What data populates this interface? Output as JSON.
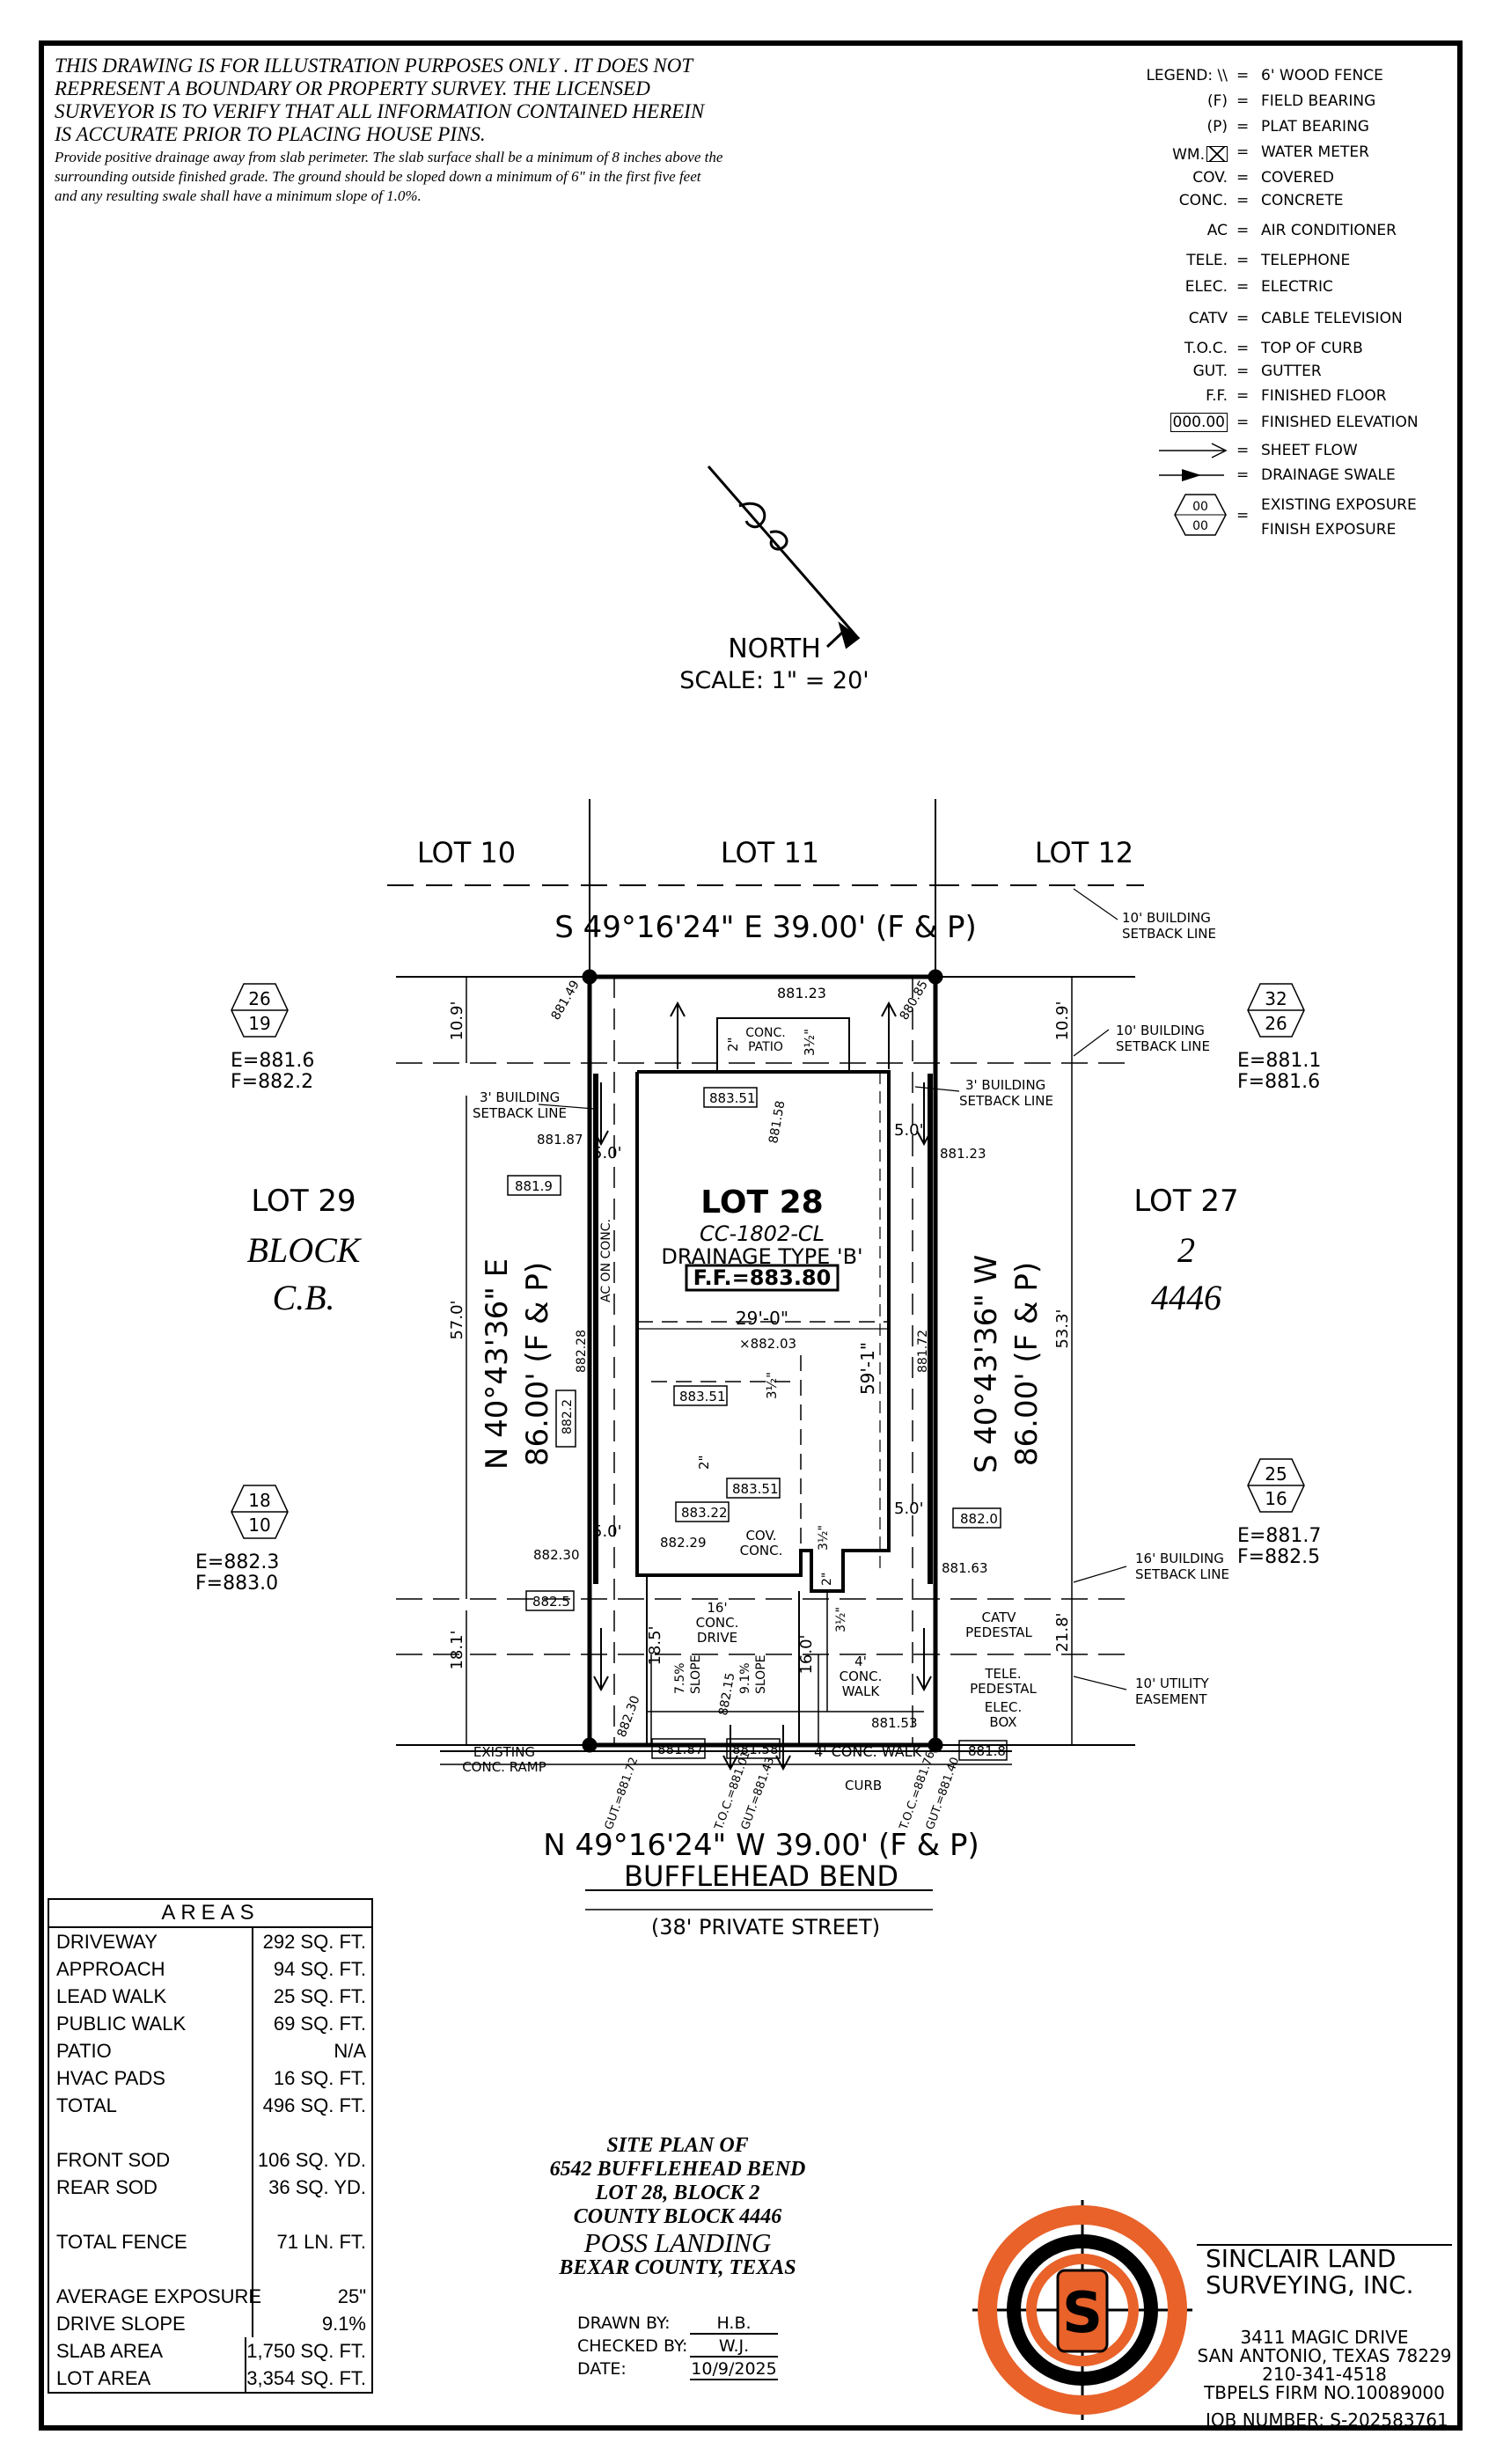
{
  "disclaimer": {
    "upper": "THIS DRAWING IS FOR ILLUSTRATION PURPOSES ONLY . IT DOES NOT REPRESENT A BOUNDARY OR PROPERTY SURVEY. THE LICENSED SURVEYOR IS TO VERIFY THAT ALL INFORMATION CONTAINED HEREIN IS ACCURATE PRIOR TO PLACING HOUSE PINS.",
    "lower": "Provide positive drainage away from slab perimeter. The slab surface shall be a minimum of 8 inches above the surrounding outside finished grade. The ground should be sloped down a minimum of 6\" in the first five feet and any resulting swale shall have a minimum slope of 1.0%."
  },
  "legend": {
    "title": "LEGEND:",
    "items": [
      {
        "symbol": "\\\\",
        "text": "6' WOOD FENCE"
      },
      {
        "symbol": "(F)",
        "text": "FIELD BEARING"
      },
      {
        "symbol": "(P)",
        "text": "PLAT BEARING"
      },
      {
        "symbol": "WM.",
        "text": "WATER METER"
      },
      {
        "symbol": "COV.",
        "text": "COVERED"
      },
      {
        "symbol": "CONC.",
        "text": "CONCRETE"
      },
      {
        "symbol": "AC",
        "text": "AIR CONDITIONER"
      },
      {
        "symbol": "TELE.",
        "text": "TELEPHONE"
      },
      {
        "symbol": "ELEC.",
        "text": "ELECTRIC"
      },
      {
        "symbol": "CATV",
        "text": "CABLE TELEVISION"
      },
      {
        "symbol": "T.O.C.",
        "text": "TOP OF CURB"
      },
      {
        "symbol": "GUT.",
        "text": "GUTTER"
      },
      {
        "symbol": "F.F.",
        "text": "FINISHED FLOOR"
      },
      {
        "symbol": "000.00",
        "text": "FINISHED ELEVATION"
      },
      {
        "symbol": "",
        "text": "SHEET FLOW"
      },
      {
        "symbol": "",
        "text": "DRAINAGE SWALE"
      },
      {
        "symbol": "00/00",
        "text": "EXISTING EXPOSURE"
      },
      {
        "symbol": "",
        "text": "FINISH EXPOSURE"
      }
    ]
  },
  "north": {
    "label": "NORTH",
    "scale": "SCALE: 1\" = 20'"
  },
  "plan": {
    "lot10": "LOT 10",
    "lot11": "LOT 11",
    "lot12": "LOT 12",
    "top_bearing": "S 49°16'24\" E 39.00' (F & P)",
    "bottom_bearing": "N 49°16'24\" W 39.00' (F & P)",
    "left_bearing_1": "N 40°43'36\" E",
    "left_bearing_2": "86.00' (F & P)",
    "right_bearing_1": "S 40°43'36\" W",
    "right_bearing_2": "86.00' (F & P)",
    "lot29": "LOT 29",
    "block_label": "BLOCK",
    "block_cb": "C.B.",
    "lot27": "LOT 27",
    "block_num": "2",
    "county_block": "4446",
    "lot_label": "LOT 28",
    "plan_code": "CC-1802-CL",
    "drainage": "DRAINAGE TYPE 'B'",
    "ff": "F.F.=883.80",
    "house_width": "29'-0\"",
    "house_depth": "59'-1\"",
    "street": "BUFFLEHEAD BEND",
    "street_note": "(38' PRIVATE STREET)",
    "setback_10_top": "10' BUILDING SETBACK LINE",
    "setback_10_right": "10' BUILDING SETBACK LINE",
    "setback_3_left": "3' BUILDING SETBACK LINE",
    "setback_3_right": "3' BUILDING SETBACK LINE",
    "setback_16": "16' BUILDING SETBACK LINE",
    "utility_easement": "10' UTILITY EASEMENT",
    "dims": {
      "d10_9_left": "10.9'",
      "d10_9_right": "10.9'",
      "d57_0": "57.0'",
      "d53_3": "53.3'",
      "d18_1": "18.1'",
      "d21_8": "21.8'",
      "d18_5": "18.5'",
      "d16_0": "16.0'",
      "d5_0_a": "5.0'",
      "d5_0_b": "5.0'",
      "d5_0_c": "5.0'",
      "d5_0_d": "5.0'"
    },
    "elevations": {
      "e881_49": "881.49",
      "e881_23_top": "881.23",
      "e880_85": "880.85",
      "e883_51_a": "883.51",
      "e881_58_v": "881.58",
      "e881_87_l": "881.87",
      "e881_23_r": "881.23",
      "e881_9": "881.9",
      "e882_28": "882.28",
      "e881_72": "881.72",
      "e882_03": "×882.03",
      "e883_51_b": "883.51",
      "e882_2": "882.2",
      "e883_51_c": "883.51",
      "e883_22": "883.22",
      "e882_29": "882.29",
      "e882_30": "882.30",
      "e882_0": "882.0",
      "e881_63": "881.63",
      "e882_5": "882.5",
      "e882_15": "882.15",
      "e881_53": "881.53",
      "e882_30b": "882.30",
      "e881_87_b": "881.87",
      "e881_58_b": "881.58",
      "e881_8": "881.8"
    },
    "notes": {
      "conc_patio_1": "CONC.",
      "conc_patio_2": "PATIO",
      "ac_on_conc": "AC ON CONC.",
      "cov_conc_1": "COV.",
      "cov_conc_2": "CONC.",
      "drive_1": "16'",
      "drive_2": "CONC.",
      "drive_3": "DRIVE",
      "walk_1": "4'",
      "walk_2": "CONC.",
      "walk_3": "WALK",
      "conc_walk": "4' CONC. WALK",
      "slope_1": "7.5%",
      "slope_1b": "SLOPE",
      "slope_2": "9.1%",
      "slope_2b": "SLOPE",
      "catv_1": "CATV",
      "catv_2": "PEDESTAL",
      "tele_1": "TELE.",
      "tele_2": "PEDESTAL",
      "elec_1": "ELEC.",
      "elec_2": "BOX",
      "ramp_1": "EXISTING",
      "ramp_2": "CONC. RAMP",
      "curb": "CURB",
      "gut_1": "GUT.=",
      "gut_1v": "881.72",
      "toc_1": "T.O.C.=",
      "toc_1v": "881.01",
      "gut_2": "GUT.=",
      "gut_2v": "881.43",
      "toc_2": "T.O.C.=",
      "toc_2v": "881.76",
      "gut_3": "GUT.=",
      "gut_3v": "881.40",
      "two_a": "2\"",
      "two_b": "2\"",
      "two_c": "2\"",
      "three_half_a": "3½\"",
      "three_half_b": "3½\"",
      "three_half_c": "3½\"",
      "three_half_d": "3½\""
    },
    "exposures": {
      "tl_top": "26",
      "tl_bot": "19",
      "tl_e": "E=881.6",
      "tl_f": "F=882.2",
      "tr_top": "32",
      "tr_bot": "26",
      "tr_e": "E=881.1",
      "tr_f": "F=881.6",
      "bl_top": "18",
      "bl_bot": "10",
      "bl_e": "E=882.3",
      "bl_f": "F=883.0",
      "br_top": "25",
      "br_bot": "16",
      "br_e": "E=881.7",
      "br_f": "F=882.5"
    }
  },
  "areas": {
    "title": "AREAS",
    "rows": [
      {
        "label": "DRIVEWAY",
        "value": "292 SQ. FT."
      },
      {
        "label": "APPROACH",
        "value": "94 SQ. FT."
      },
      {
        "label": "LEAD WALK",
        "value": "25 SQ. FT."
      },
      {
        "label": "PUBLIC WALK",
        "value": "69 SQ. FT."
      },
      {
        "label": "PATIO",
        "value": "N/A"
      },
      {
        "label": "HVAC PADS",
        "value": "16 SQ. FT."
      },
      {
        "label": "TOTAL",
        "value": "496 SQ. FT."
      },
      {
        "label": "",
        "value": ""
      },
      {
        "label": "FRONT SOD",
        "value": "106 SQ. YD."
      },
      {
        "label": "REAR SOD",
        "value": "36 SQ. YD."
      },
      {
        "label": "",
        "value": ""
      },
      {
        "label": "TOTAL FENCE",
        "value": "71 LN. FT."
      },
      {
        "label": "",
        "value": ""
      },
      {
        "label": "AVERAGE EXPOSURE",
        "value": "25\""
      },
      {
        "label": "DRIVE SLOPE",
        "value": "9.1%"
      },
      {
        "label": "SLAB AREA",
        "value": "1,750 SQ. FT."
      },
      {
        "label": "LOT AREA",
        "value": "3,354 SQ. FT."
      }
    ]
  },
  "title_block": {
    "l1": "SITE PLAN OF",
    "l2": "6542 BUFFLEHEAD BEND",
    "l3": "LOT 28, BLOCK 2",
    "l4": "COUNTY BLOCK 4446",
    "l5": "POSS LANDING",
    "l6": "BEXAR COUNTY, TEXAS"
  },
  "drawn": {
    "drawn_label": "DRAWN BY:",
    "drawn_value": "H.B.",
    "checked_label": "CHECKED BY:",
    "checked_value": "W.J.",
    "date_label": "DATE:",
    "date_value": "10/9/2025"
  },
  "company": {
    "name1": "SINCLAIR LAND",
    "name2": "SURVEYING, INC.",
    "addr1": "3411 MAGIC DRIVE",
    "addr2": "SAN ANTONIO, TEXAS 78229",
    "phone": "210-341-4518",
    "firm": "TBPELS FIRM NO.10089000",
    "job": "JOB NUMBER:   S-202583761",
    "logo_letter": "S",
    "logo_color": "#e8622a"
  }
}
